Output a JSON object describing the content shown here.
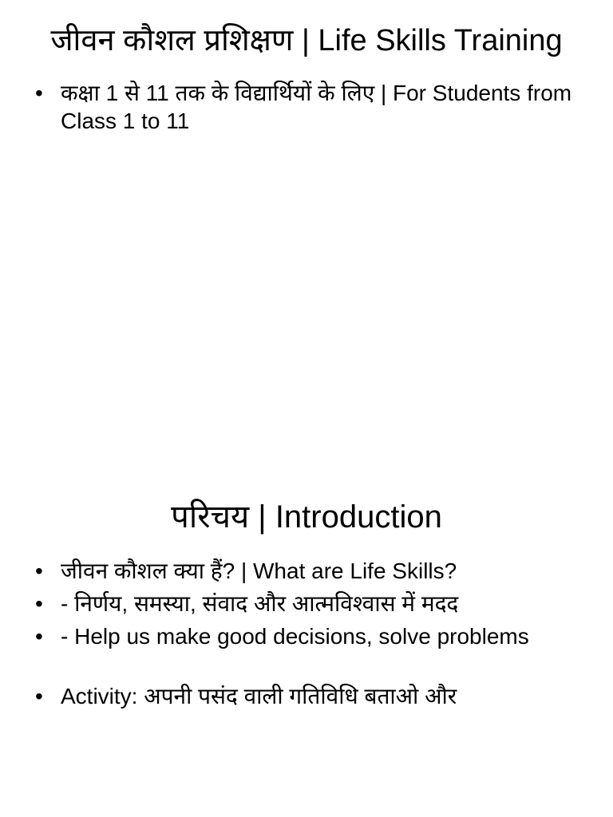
{
  "slides": [
    {
      "title": "जीवन कौशल प्रशिक्षण | Life Skills Training",
      "bullets": [
        "कक्षा 1 से 11 तक के विद्यार्थियों के लिए | For Students from Class 1 to 11"
      ]
    },
    {
      "title": "परिचय | Introduction",
      "bullets": [
        "जीवन कौशल क्या हैं? | What are Life Skills?",
        "- निर्णय, समस्या, संवाद और आत्मविश्वास में मदद",
        "- Help us make good decisions, solve problems",
        "Activity: अपनी पसंद वाली गतिविधि बताओ और"
      ]
    }
  ]
}
